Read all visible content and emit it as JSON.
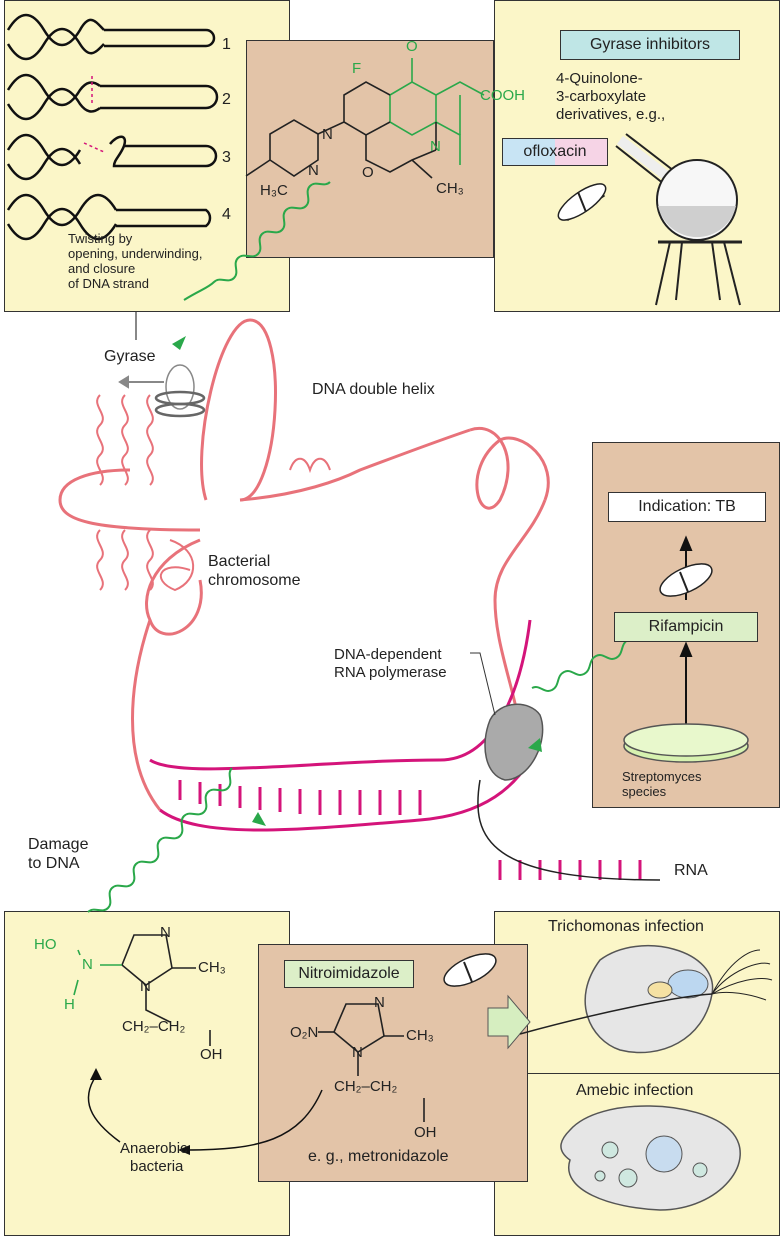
{
  "gyrase_panel": {
    "steps": [
      "1",
      "2",
      "3",
      "4"
    ],
    "caption": [
      "Twisting by",
      "opening, underwinding,",
      "and closure",
      "of DNA strand"
    ]
  },
  "ofloxacin_structure": {
    "f": "F",
    "o": "O",
    "cooh": "COOH",
    "n1": "N",
    "n2": "N",
    "n3": "N",
    "h3c": "H₃C",
    "o_ring": "O",
    "ch3": "CH₃"
  },
  "gyrase_inhibitors": {
    "title": "Gyrase inhibitors",
    "desc": [
      "4-Quinolone-",
      "3-carboxylate",
      "derivatives, e.g.,"
    ],
    "drug": "ofloxacin"
  },
  "main": {
    "gyrase": "Gyrase",
    "dna_helix": "DNA double helix",
    "chromosome": [
      "Bacterial",
      "chromosome"
    ],
    "polymerase": [
      "DNA-dependent",
      "RNA polymerase"
    ],
    "rna": "RNA",
    "damage": [
      "Damage",
      "to DNA"
    ]
  },
  "rifampicin_panel": {
    "indication": "Indication: TB",
    "drug": "Rifampicin",
    "source": [
      "Streptomyces",
      "species"
    ]
  },
  "metabolite": {
    "ho": "HO",
    "n": "N",
    "h": "H",
    "n_ring1": "N",
    "n_ring2": "N",
    "ch3": "CH₃",
    "ch2ch2": "CH₂–CH₂",
    "oh": "OH",
    "anaerobic": [
      "Anaerobic",
      "bacteria"
    ]
  },
  "nitroimidazole": {
    "title": "Nitroimidazole",
    "o2n": "O₂N",
    "n1": "N",
    "n2": "N",
    "ch3": "CH₃",
    "ch2ch2": "CH₂–CH₂",
    "oh": "OH",
    "example": "e. g., metronidazole"
  },
  "infections": {
    "trichomonas": "Trichomonas infection",
    "amebic": "Amebic infection"
  },
  "colors": {
    "yellow_panel": "#fbf6c8",
    "brown_panel": "#e3c4a8",
    "dna": "#e8727a",
    "rna": "#d4147a",
    "green": "#2aa84a",
    "cyan_box": "#bfe6e6",
    "green_box": "#dcefc8"
  }
}
